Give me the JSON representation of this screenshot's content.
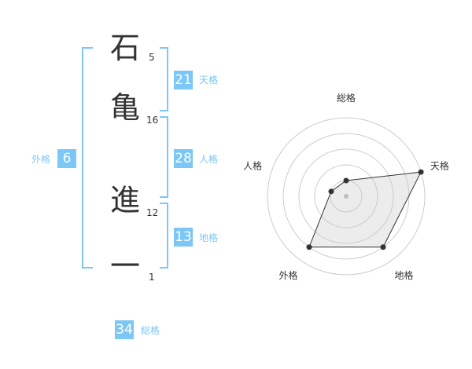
{
  "characters": [
    {
      "char": "石",
      "strokes": "5"
    },
    {
      "char": "亀",
      "strokes": "16"
    },
    {
      "char": "進",
      "strokes": "12"
    },
    {
      "char": "一",
      "strokes": "1"
    }
  ],
  "fortunes": {
    "ten": {
      "value": "21",
      "label": "天格"
    },
    "jin": {
      "value": "28",
      "label": "人格"
    },
    "chi": {
      "value": "13",
      "label": "地格"
    },
    "gai": {
      "value": "6",
      "label": "外格"
    },
    "sou": {
      "value": "34",
      "label": "総格"
    }
  },
  "colors": {
    "accent": "#7cc7f5",
    "text": "#333333",
    "grid": "#cccccc"
  },
  "chart_data": {
    "type": "radar",
    "axes": [
      "総格",
      "天格",
      "地格",
      "外格",
      "人格"
    ],
    "rings": 5,
    "series": [
      {
        "values": [
          1,
          5,
          4,
          4,
          1
        ]
      }
    ]
  }
}
